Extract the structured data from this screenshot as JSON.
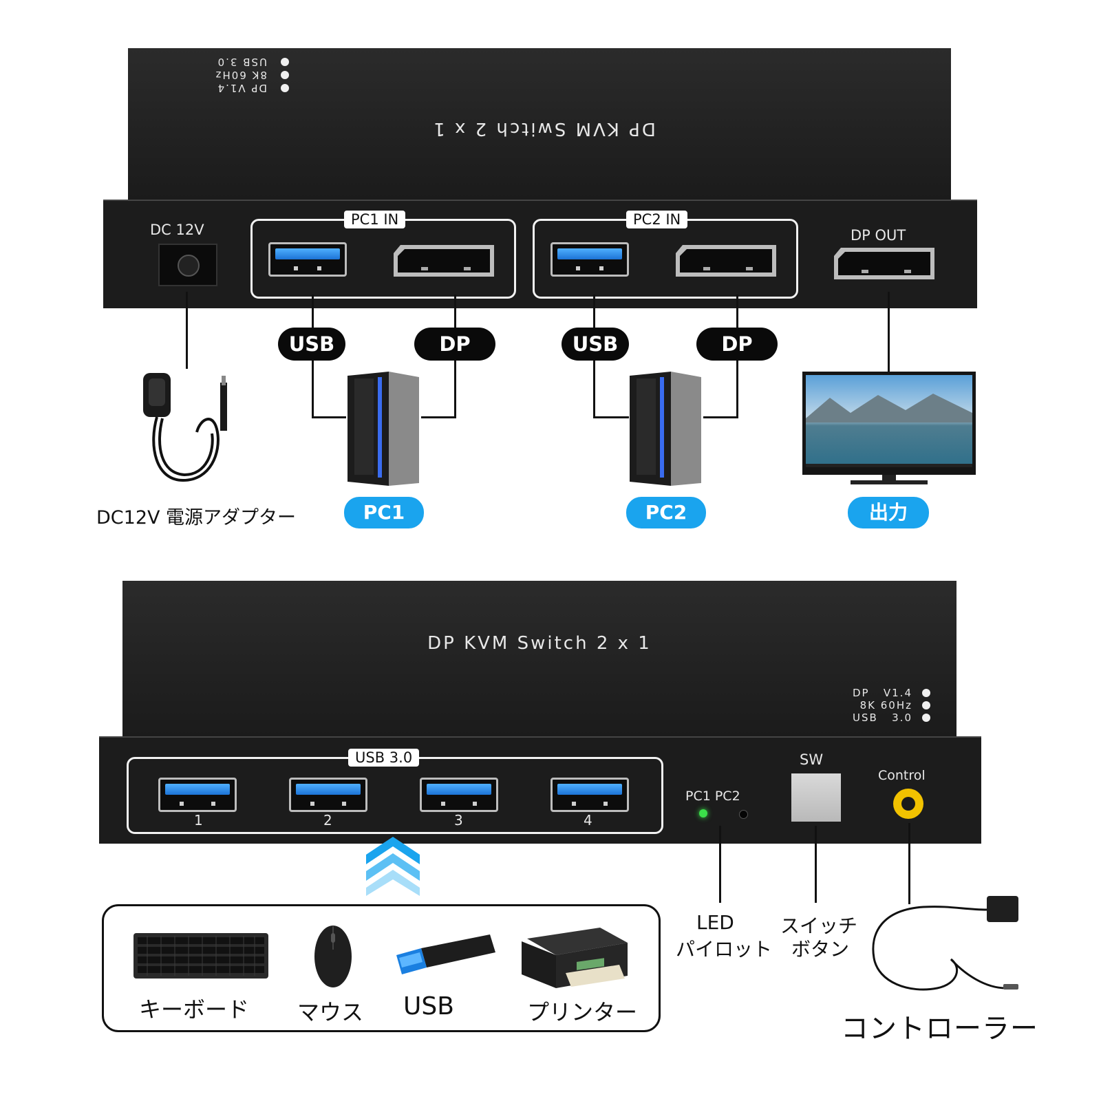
{
  "top_device": {
    "title_mirrored": "DP KVM Switch 2 x 1",
    "specs": [
      "DP V1.4",
      "8K 60Hz",
      "USB 3.0"
    ],
    "dc_label": "DC 12V",
    "pc1_in_label": "PC1 IN",
    "pc2_in_label": "PC2 IN",
    "dp_out_label": "DP OUT"
  },
  "connections": {
    "usb_tag_1": "USB",
    "dp_tag_1": "DP",
    "usb_tag_2": "USB",
    "dp_tag_2": "DP"
  },
  "captions": {
    "adapter": "DC12V 電源アダプター",
    "pc1": "PC1",
    "pc2": "PC2",
    "output": "出力"
  },
  "bottom_device": {
    "title": "DP KVM Switch 2 x 1",
    "specs": [
      "DP   V1.4",
      "8K 60Hz",
      "USB   3.0"
    ],
    "usb_box_label": "USB 3.0",
    "port_numbers": [
      "1",
      "2",
      "3",
      "4"
    ],
    "led_labels": "PC1 PC2",
    "sw_label": "SW",
    "control_label": "Control"
  },
  "peripherals": {
    "keyboard": "キーボード",
    "mouse": "マウス",
    "usb": "USB",
    "printer": "プリンター"
  },
  "callouts": {
    "led_line1": "LED",
    "led_line2": "パイロット",
    "switch_line1": "スイッチ",
    "switch_line2": "ボタン",
    "controller": "コントローラー"
  },
  "colors": {
    "accent_blue": "#1aa4ee",
    "led_green": "#3be04a",
    "control_yellow": "#f2c200"
  }
}
